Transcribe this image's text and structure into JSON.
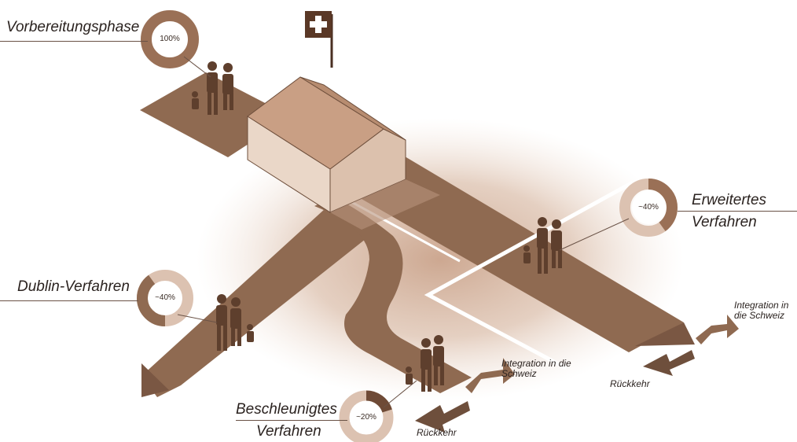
{
  "colors": {
    "road": "#8f6a51",
    "road_dark": "#6e4f3c",
    "halo": "#d9bfae",
    "house_front": "#ead7c8",
    "house_side": "#dcc1ad",
    "house_roof": "#c99f84",
    "ring_full": "#9a7056",
    "ring_light": "#dcc2b1",
    "ring_dark": "#6e4a36",
    "figure": "#5e3f2d",
    "flag": "#5a3826"
  },
  "stages": {
    "preparation": {
      "label": "Vorbereitungsphase",
      "ring_value": "100%",
      "share_pct": 100
    },
    "dublin": {
      "label": "Dublin-Verfahren",
      "ring_value": "~40%",
      "share_pct": 40
    },
    "extended": {
      "label_line1": "Erweitertes",
      "label_line2": "Verfahren",
      "ring_value": "~40%",
      "share_pct": 40
    },
    "accelerated": {
      "label_line1": "Beschleunigtes",
      "label_line2": "Verfahren",
      "ring_value": "~20%",
      "share_pct": 20
    }
  },
  "outcomes": {
    "integration_1": "Integration in die Schweiz",
    "return_1": "Rückkehr",
    "integration_2": "Integration in die Schweiz",
    "return_2": "Rückkehr"
  },
  "icons": {
    "flag": "swiss-flag-icon",
    "house": "house-icon",
    "people": "people-group-icon"
  }
}
